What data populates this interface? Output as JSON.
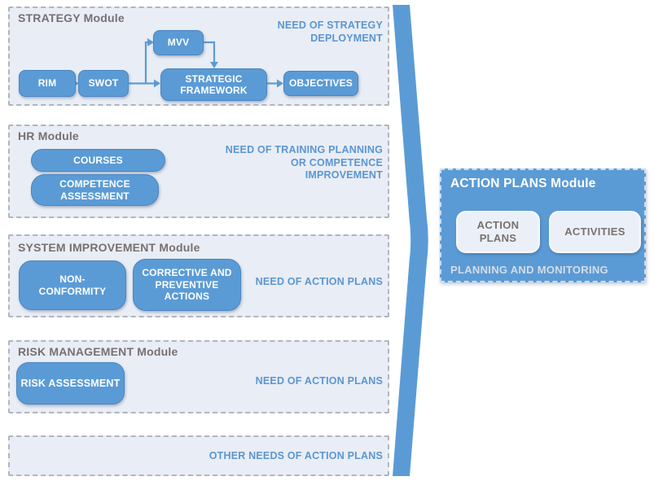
{
  "panels": {
    "strategy": {
      "title": "STRATEGY Module",
      "need": "NEED OF STRATEGY\nDEPLOYMENT",
      "boxes": {
        "rim": "RIM",
        "swot": "SWOT",
        "mvv": "MVV",
        "strategic_framework": "STRATEGIC\nFRAMEWORK",
        "objectives": "OBJECTIVES"
      }
    },
    "hr": {
      "title": "HR Module",
      "need": "NEED OF TRAINING PLANNING\nOR COMPETENCE\nIMPROVEMENT",
      "boxes": {
        "courses": "COURSES",
        "competence_assessment": "COMPETENCE\nASSESSMENT"
      }
    },
    "system_improvement": {
      "title": "SYSTEM IMPROVEMENT Module",
      "need": "NEED OF ACTION PLANS",
      "boxes": {
        "non_conformity": "NON-\nCONFORMITY",
        "corrective_preventive": "CORRECTIVE AND\nPREVENTIVE\nACTIONS"
      }
    },
    "risk_management": {
      "title": "RISK MANAGEMENT Module",
      "need": "NEED OF ACTION PLANS",
      "boxes": {
        "risk_assessment": "RISK ASSESSMENT"
      }
    },
    "other": {
      "need": "OTHER NEEDS OF ACTION PLANS"
    },
    "action_plans": {
      "title": "ACTION PLANS Module",
      "footer": "PLANNING AND MONITORING",
      "boxes": {
        "action_plans": "ACTION\nPLANS",
        "activities": "ACTIVITIES"
      }
    }
  },
  "colors": {
    "accent_blue": "#5B9BD5",
    "panel_background": "#E9EDF5",
    "label_blue": "#5A96D2",
    "title_gray": "#767171"
  }
}
